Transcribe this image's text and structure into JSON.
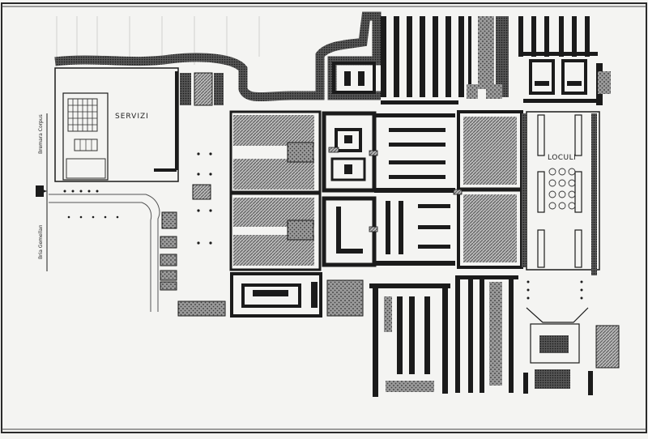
{
  "plan": {
    "labels": {
      "servizi": "SERVIZI",
      "loculi": "LOCULI",
      "street_upper": "Bremara Corpus",
      "street_lower": "Bria Gemellan"
    },
    "colors": {
      "ink": "#1b1b1b",
      "hatch": "#8a8a8a",
      "paper": "#f4f4f2",
      "frame": "#2a2a2a"
    }
  }
}
